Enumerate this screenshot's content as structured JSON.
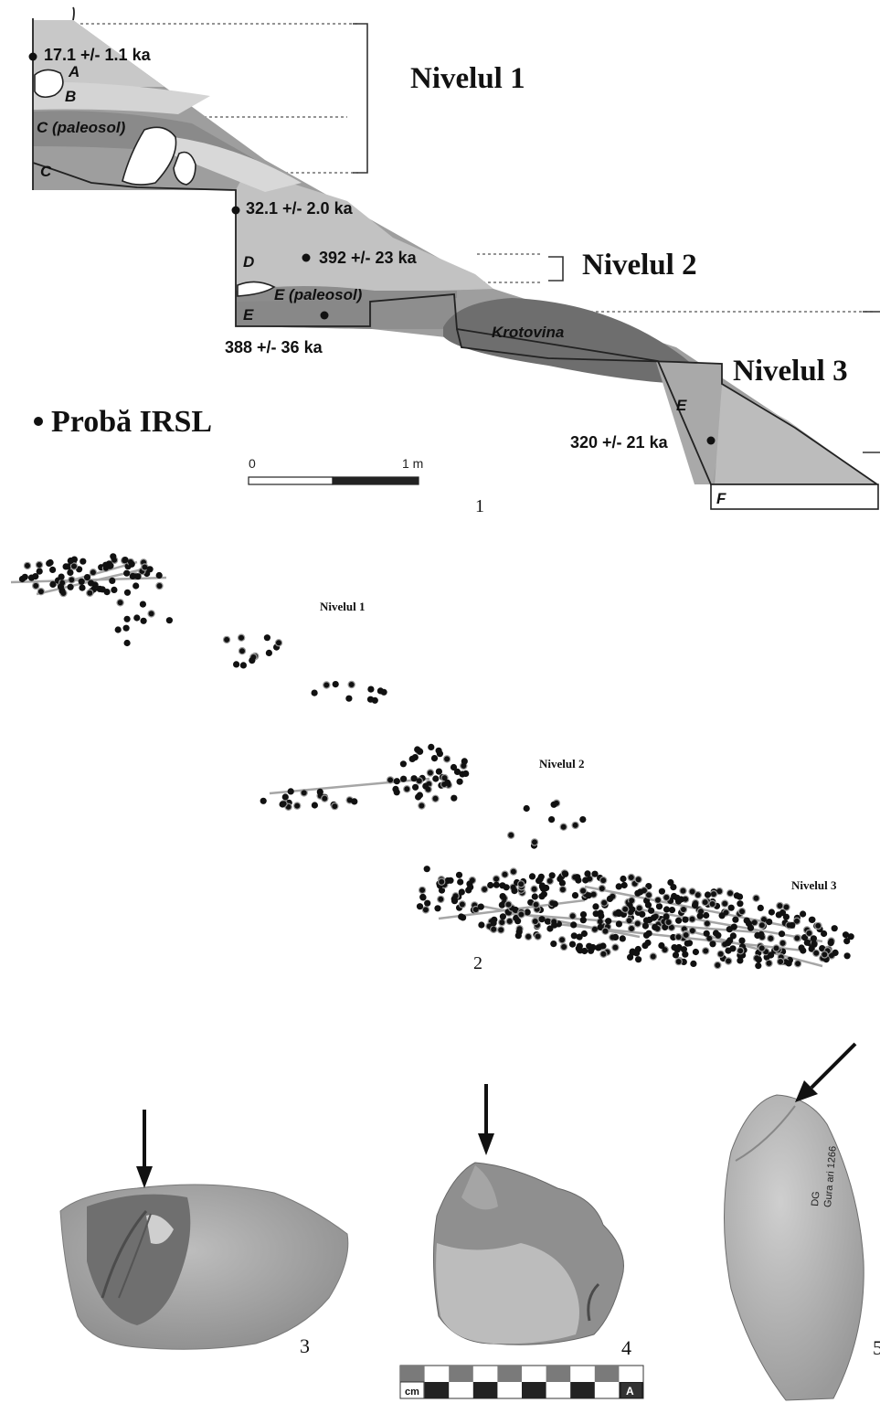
{
  "panel1": {
    "level_labels": [
      "Nivelul 1",
      "Nivelul 2",
      "Nivelul 3"
    ],
    "layer_labels": [
      "A",
      "B",
      "C (paleosol)",
      "C",
      "D",
      "E (paleosol)",
      "E",
      "Krotovina",
      "E",
      "F"
    ],
    "dates": [
      "17.1 +/- 1.1 ka",
      "32.1 +/- 2.0 ka",
      "392 +/- 23 ka",
      "388 +/- 36 ka",
      "320 +/- 21 ka"
    ],
    "legend": "Probă IRSL",
    "scale": {
      "start": "0",
      "end": "1 m"
    },
    "number": "1"
  },
  "panel2": {
    "level_labels": [
      "Nivelul 1",
      "Nivelul 2",
      "Nivelul 3"
    ],
    "number": "2"
  },
  "photos": {
    "numbers": [
      "3",
      "4",
      "5"
    ],
    "scale_bar": {
      "unit_label": "cm",
      "letter": "A"
    },
    "handwriting": "DG\nGura ari 1266"
  }
}
